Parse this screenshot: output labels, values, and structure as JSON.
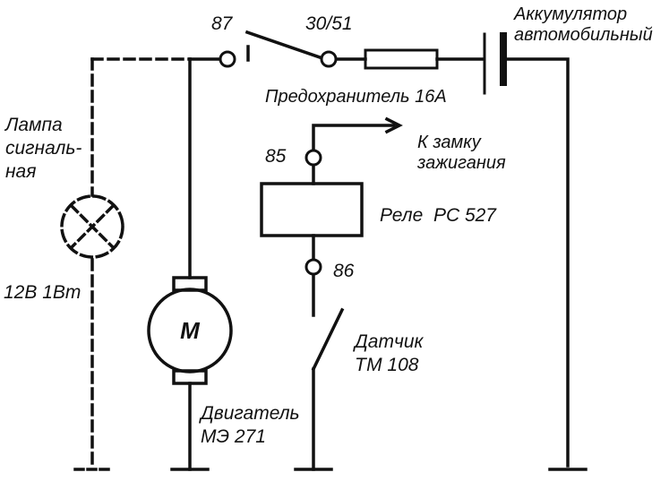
{
  "labels": {
    "pin_87": "87",
    "pin_30_51": "30/51",
    "battery_line1": "Аккумулятор",
    "battery_line2": "автомобильный",
    "fuse": "Предохранитель 16А",
    "lamp_line1": "Лампа",
    "lamp_line2": "сигналь-",
    "lamp_line3": "ная",
    "ignition_line1": "К замку",
    "ignition_line2": "зажигания",
    "pin_85": "85",
    "relay": "Реле  РС 527",
    "pin_86": "86",
    "lamp_rating": "12В 1Вт",
    "motor_symbol": "M",
    "sensor_line1": "Датчик",
    "sensor_line2": "ТМ 108",
    "motor_line1": "Двигатель",
    "motor_line2": "МЭ 271"
  },
  "colors": {
    "ink": "#111111",
    "background": "#ffffff"
  }
}
